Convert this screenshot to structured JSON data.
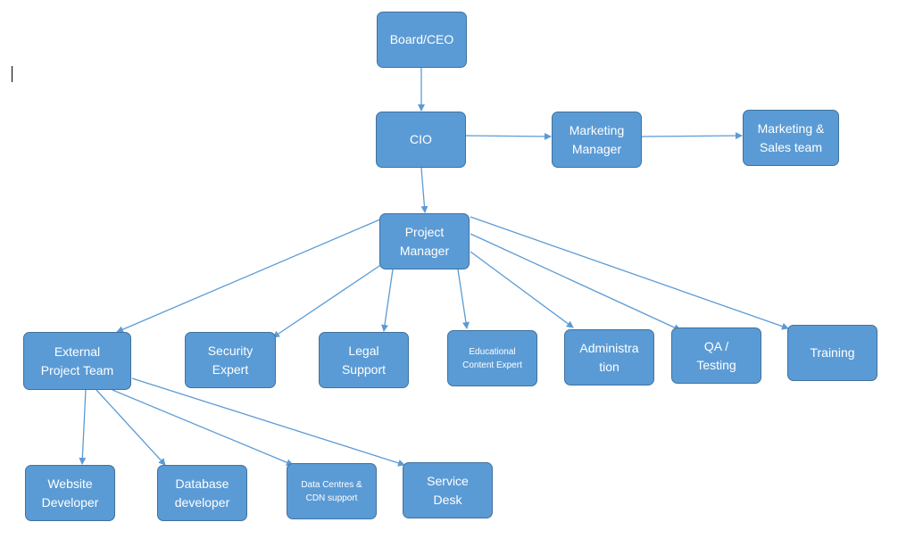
{
  "colors": {
    "box_fill": "#5b9bd5",
    "box_border": "#41719c",
    "connector": "#5b9bd5",
    "text": "#ffffff"
  },
  "nodes": {
    "board_ceo": "Board/CEO",
    "cio": "CIO",
    "marketing_manager": "Marketing\nManager",
    "marketing_sales_team": "Marketing &\nSales team",
    "project_manager": "Project\nManager",
    "external_project_team": "External\nProject Team",
    "security_expert": "Security\nExpert",
    "legal_support": "Legal\nSupport",
    "educational_content_expert": "Educational\nContent Expert",
    "administration": "Administra\ntion",
    "qa_testing": "QA /\nTesting",
    "training": "Training",
    "website_developer": "Website\nDeveloper",
    "database_developer": "Database\ndeveloper",
    "data_centres_cdn": "Data Centres &\nCDN support",
    "service_desk": "Service\nDesk"
  },
  "edges": [
    [
      "board_ceo",
      "cio"
    ],
    [
      "cio",
      "marketing_manager"
    ],
    [
      "marketing_manager",
      "marketing_sales_team"
    ],
    [
      "cio",
      "project_manager"
    ],
    [
      "project_manager",
      "external_project_team"
    ],
    [
      "project_manager",
      "security_expert"
    ],
    [
      "project_manager",
      "legal_support"
    ],
    [
      "project_manager",
      "educational_content_expert"
    ],
    [
      "project_manager",
      "administration"
    ],
    [
      "project_manager",
      "qa_testing"
    ],
    [
      "project_manager",
      "training"
    ],
    [
      "external_project_team",
      "website_developer"
    ],
    [
      "external_project_team",
      "database_developer"
    ],
    [
      "external_project_team",
      "data_centres_cdn"
    ],
    [
      "external_project_team",
      "service_desk"
    ]
  ]
}
